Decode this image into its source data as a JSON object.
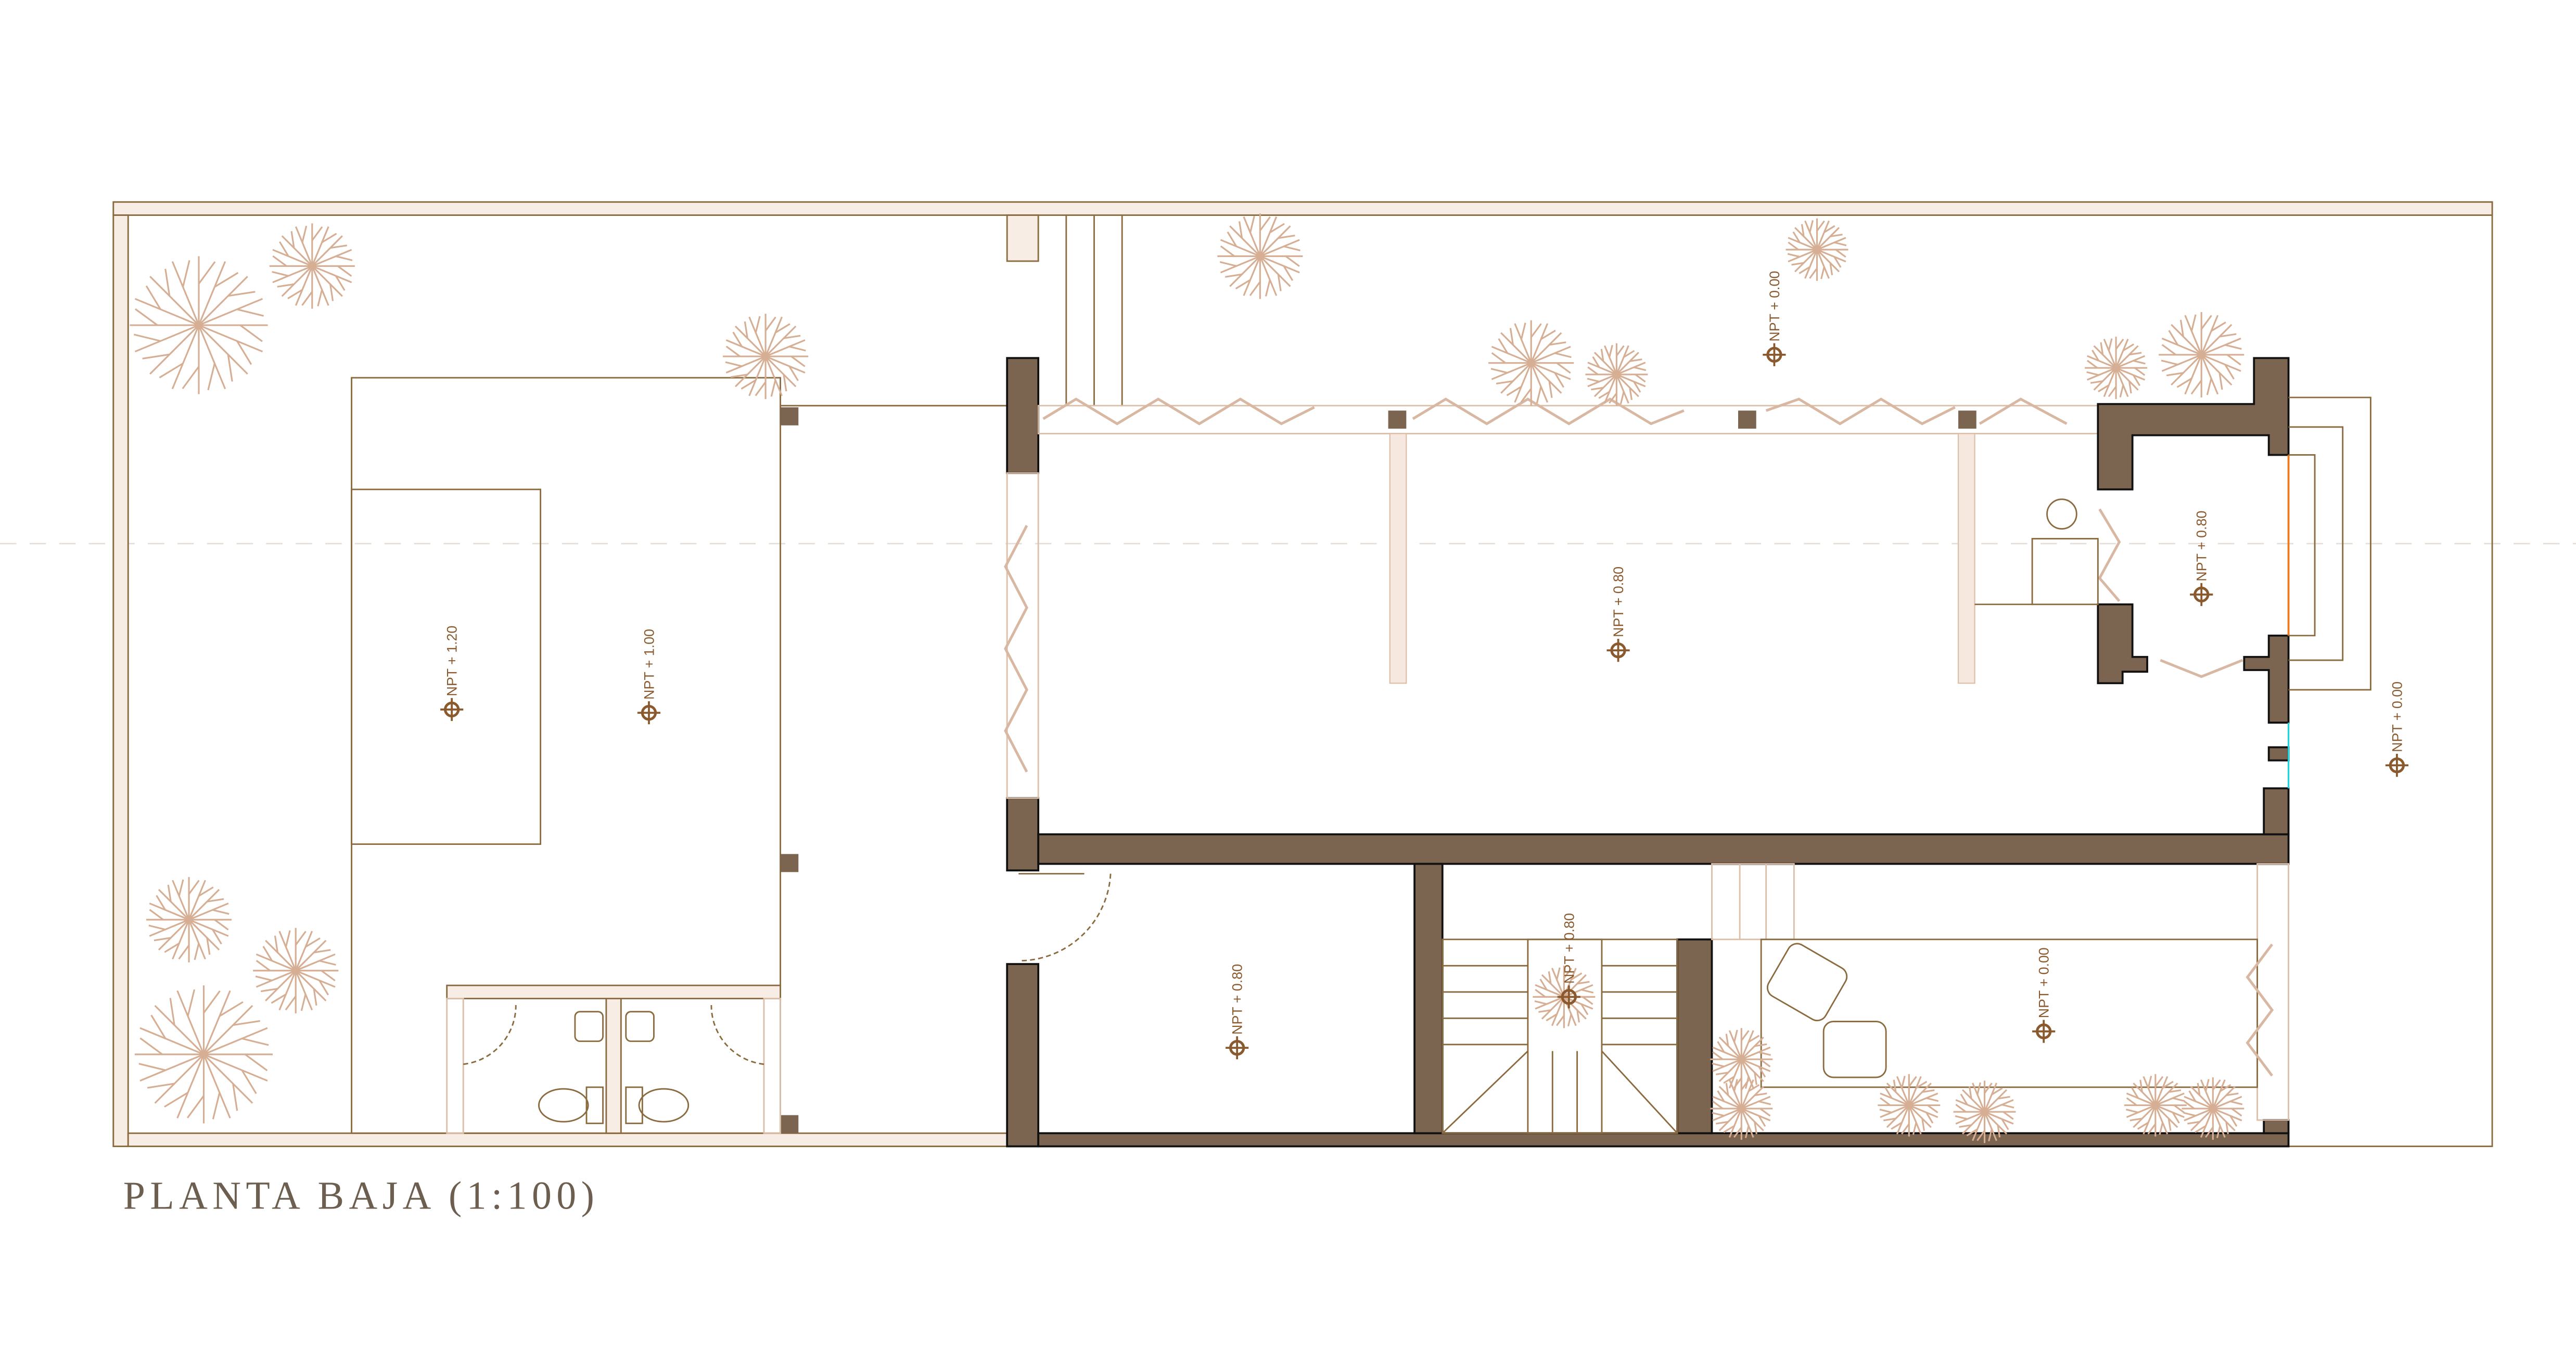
{
  "title": "PLANTA BAJA (1:100)",
  "levels": [
    {
      "label": "NPT + 1.20"
    },
    {
      "label": "NPT + 1.00"
    },
    {
      "label": "NPT + 0.00"
    },
    {
      "label": "NPT + 0.80"
    },
    {
      "label": "NPT + 0.80"
    },
    {
      "label": "NPT + 0.00"
    },
    {
      "label": "NPT + 0.80"
    },
    {
      "label": "NPT + 0.80"
    },
    {
      "label": "NPT + 0.00"
    }
  ],
  "colors": {
    "wall": "#7b6550",
    "line": "#8a6a3e",
    "light": "#dcbfa9",
    "marker": "#8a5a2e",
    "window_orange": "#f07a1a",
    "window_cyan": "#19d6e0"
  }
}
